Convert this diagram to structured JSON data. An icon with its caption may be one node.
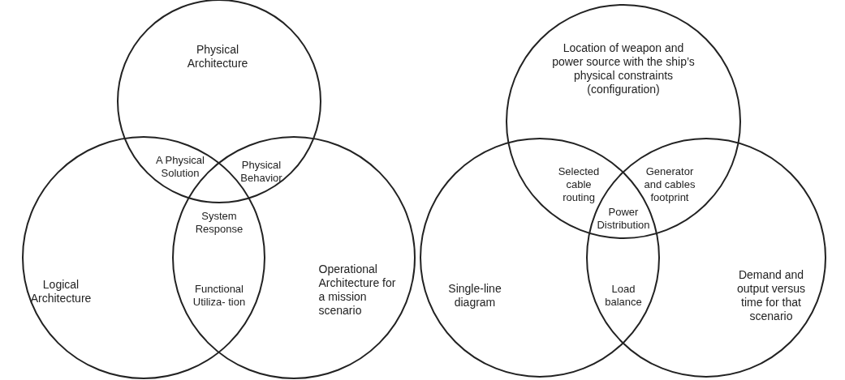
{
  "diagram": {
    "nodes": [
      {
        "text": [
          "Physical Architecture"
        ]
      },
      {
        "text": [
          "Logical Architecture"
        ]
      },
      {
        "text": [
          "Operational Architecture for a mission scenario"
        ]
      },
      {
        "text": [
          "Location of weapon and power source with the ship’s physical constraints (configuration)"
        ]
      },
      {
        "text": [
          "Single-line diagram"
        ]
      },
      {
        "text": [
          "Demand and output versus time for that scenario"
        ]
      }
    ],
    "edges": [],
    "labels": [
      "A Physical Solution",
      "Physical Behavior",
      "System Response",
      "Functional Utiliza- tion",
      "Selected cable routing",
      "Generator and cables footprint",
      "Power Distribution",
      "Load balance"
    ]
  }
}
